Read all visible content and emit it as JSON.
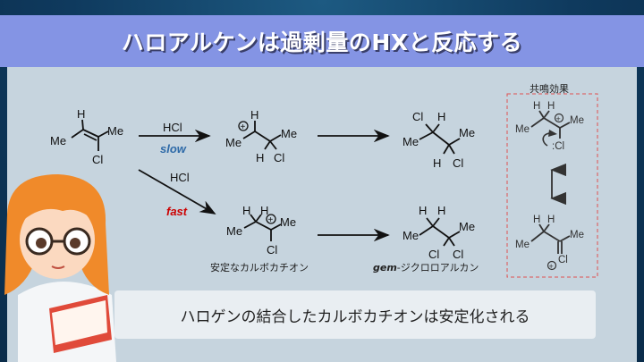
{
  "title": "ハロアルケンは過剰量のHXと反応する",
  "scheme": {
    "reagent_top": "HCl",
    "rate_top": "slow",
    "reagent_bottom": "HCl",
    "rate_bottom": "fast",
    "atoms": {
      "H": "H",
      "Me": "Me",
      "Cl": "Cl",
      "plus": "+",
      "lone_pair_cl": ":Cl"
    },
    "stable_cation_label": "安定なカルボカチオン",
    "product_label_prefix": "gem",
    "product_label_suffix": "-ジクロロアルカン",
    "resonance_title": "共鳴効果"
  },
  "caption": "ハロゲンの結合したカルボカチオンは安定化される",
  "colors": {
    "slow": "#2e6aa8",
    "fast": "#cc0000",
    "title_band": "#8494e4",
    "resonance_border": "#e05050"
  }
}
